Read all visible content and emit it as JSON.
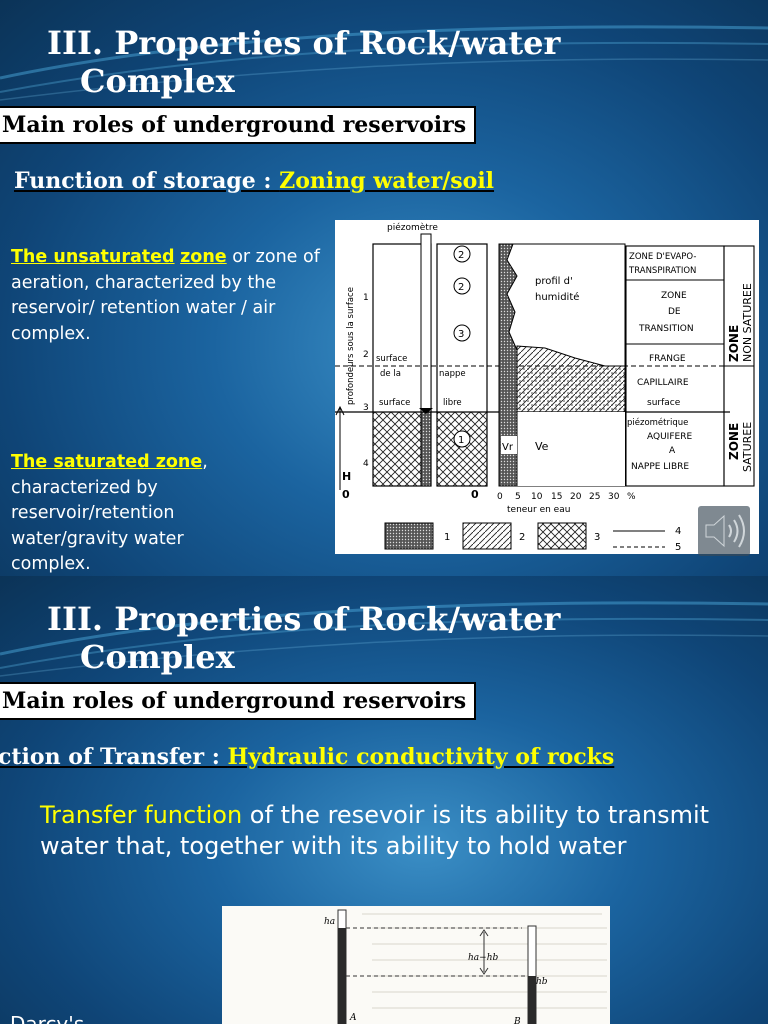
{
  "slide1": {
    "title_line1": "III. Properties of Rock/water",
    "title_line2": "Complex",
    "roles_box": "Main roles of underground reservoirs",
    "subheading_prefix": "Function of storage : ",
    "subheading_highlight": "Zoning water/soil",
    "unsat_hl1": "The unsaturated",
    "unsat_hl2": "zone",
    "unsat_rest": " or zone of aeration, characterized by the reservoir/ retention water / air complex.",
    "sat_hl": "The saturated zone",
    "sat_rest": ", characterized  by reservoir/retention water/gravity water complex.",
    "diagram": {
      "piezometre": "piézomètre",
      "axis_label": "profondeurs sous la surface",
      "depth_ticks": [
        "1",
        "2",
        "3",
        "4"
      ],
      "zero_left": "0",
      "zero_mid": "0",
      "h_label": "H",
      "surface_de_la": "surface",
      "de_la": "de la",
      "nappe": "nappe",
      "surface_libre": "surface",
      "libre": "libre",
      "circle_labels": [
        "2",
        "2",
        "3",
        "1"
      ],
      "profil": "profil d'",
      "humidite": "humidité",
      "vr": "Vr",
      "ve": "Ve",
      "x_ticks": [
        "0",
        "5",
        "10",
        "15",
        "20",
        "25",
        "30",
        "%"
      ],
      "teneur": "teneur en eau",
      "zone_evapo_1": "ZONE D'EVAPO-",
      "zone_evapo_2": "TRANSPIRATION",
      "zone_trans_1": "ZONE",
      "zone_trans_2": "DE",
      "zone_trans_3": "TRANSITION",
      "frange": "FRANGE",
      "capillaire": "CAPILLAIRE",
      "surface_piezo_1": "surface",
      "surface_piezo_2": "piézométrique",
      "aquifere_1": "AQUIFERE",
      "aquifere_2": "A",
      "aquifere_3": "NAPPE LIBRE",
      "zone_non_sat_1": "ZONE",
      "zone_non_sat_2": "NON SATUREE",
      "zone_sat_1": "ZONE",
      "zone_sat_2": "SATUREE",
      "legend": [
        "1",
        "2",
        "3",
        "4",
        "5"
      ]
    }
  },
  "slide2": {
    "title_line1": "III. Properties of Rock/water",
    "title_line2": "Complex",
    "roles_box": "Main roles of underground reservoirs",
    "subheading_prefix": "ction of Transfer : ",
    "subheading_highlight": "Hydraulic conductivity of rocks",
    "transfer_hl": "Transfer function",
    "transfer_rest": " of the resevoir is its ability to transmit water that, together with its ability to hold water",
    "fig": {
      "ha": "ha",
      "hb": "hb",
      "hab": "ha−hb",
      "a": "A",
      "b": "B"
    },
    "darcy_partial": "Darcy's"
  },
  "colors": {
    "highlight": "#ffff00",
    "text": "#ffffff",
    "background": "#1b64a0"
  }
}
